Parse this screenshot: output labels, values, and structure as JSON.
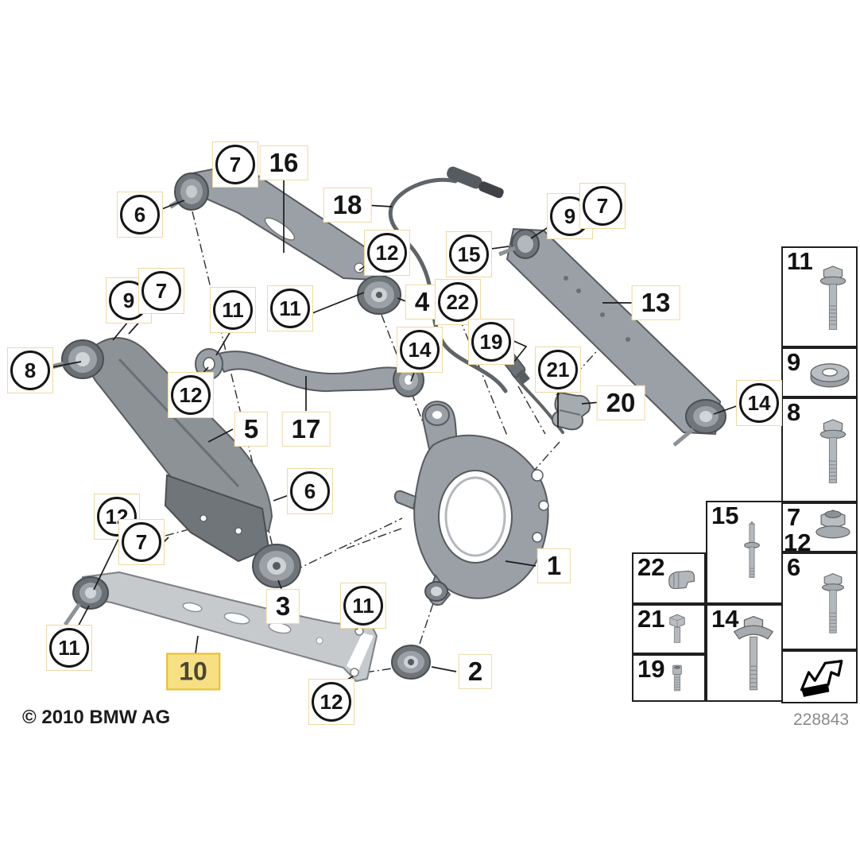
{
  "footer": {
    "copyright": "© 2010 BMW AG",
    "part_number": "228843"
  },
  "callouts": [
    {
      "label": "7",
      "shape": "circle"
    },
    {
      "label": "16",
      "shape": "box"
    },
    {
      "label": "6",
      "shape": "circle"
    },
    {
      "label": "18",
      "shape": "box"
    },
    {
      "label": "12",
      "shape": "circle"
    },
    {
      "label": "15",
      "shape": "circle"
    },
    {
      "label": "9",
      "shape": "circle"
    },
    {
      "label": "7",
      "shape": "circle"
    },
    {
      "label": "13",
      "shape": "box"
    },
    {
      "label": "9",
      "shape": "circle"
    },
    {
      "label": "7",
      "shape": "circle"
    },
    {
      "label": "8",
      "shape": "circle"
    },
    {
      "label": "11",
      "shape": "circle"
    },
    {
      "label": "11",
      "shape": "circle"
    },
    {
      "label": "4",
      "shape": "box"
    },
    {
      "label": "22",
      "shape": "circle"
    },
    {
      "label": "14",
      "shape": "circle"
    },
    {
      "label": "12",
      "shape": "circle"
    },
    {
      "label": "19",
      "shape": "circle"
    },
    {
      "label": "21",
      "shape": "circle"
    },
    {
      "label": "20",
      "shape": "box"
    },
    {
      "label": "14",
      "shape": "circle"
    },
    {
      "label": "5",
      "shape": "box"
    },
    {
      "label": "17",
      "shape": "box"
    },
    {
      "label": "6",
      "shape": "circle"
    },
    {
      "label": "12",
      "shape": "circle"
    },
    {
      "label": "7",
      "shape": "circle"
    },
    {
      "label": "3",
      "shape": "box"
    },
    {
      "label": "1",
      "shape": "box"
    },
    {
      "label": "11",
      "shape": "circle"
    },
    {
      "label": "2",
      "shape": "box"
    },
    {
      "label": "11",
      "shape": "circle"
    },
    {
      "label": "10",
      "shape": "box-highlight"
    },
    {
      "label": "12",
      "shape": "circle"
    }
  ],
  "parts_table": {
    "right_column": [
      {
        "label": "11",
        "icon": "flange-bolt"
      },
      {
        "label": "9",
        "icon": "washer"
      },
      {
        "label": "8",
        "icon": "flange-bolt"
      },
      {
        "labels": [
          "7",
          "12"
        ],
        "icon": "flange-nut"
      },
      {
        "label": "6",
        "icon": "flange-bolt"
      },
      {
        "icon": "direction-arrow"
      }
    ],
    "middle_column": [
      {
        "label": "15",
        "icon": "collar-stud"
      },
      {
        "label": "14",
        "icon": "flange-bolt-plate-washer"
      }
    ],
    "left_column": [
      {
        "label": "22",
        "icon": "retaining-clip"
      },
      {
        "label": "21",
        "icon": "hex-bolt"
      },
      {
        "label": "19",
        "icon": "socket-head-screw"
      }
    ]
  }
}
